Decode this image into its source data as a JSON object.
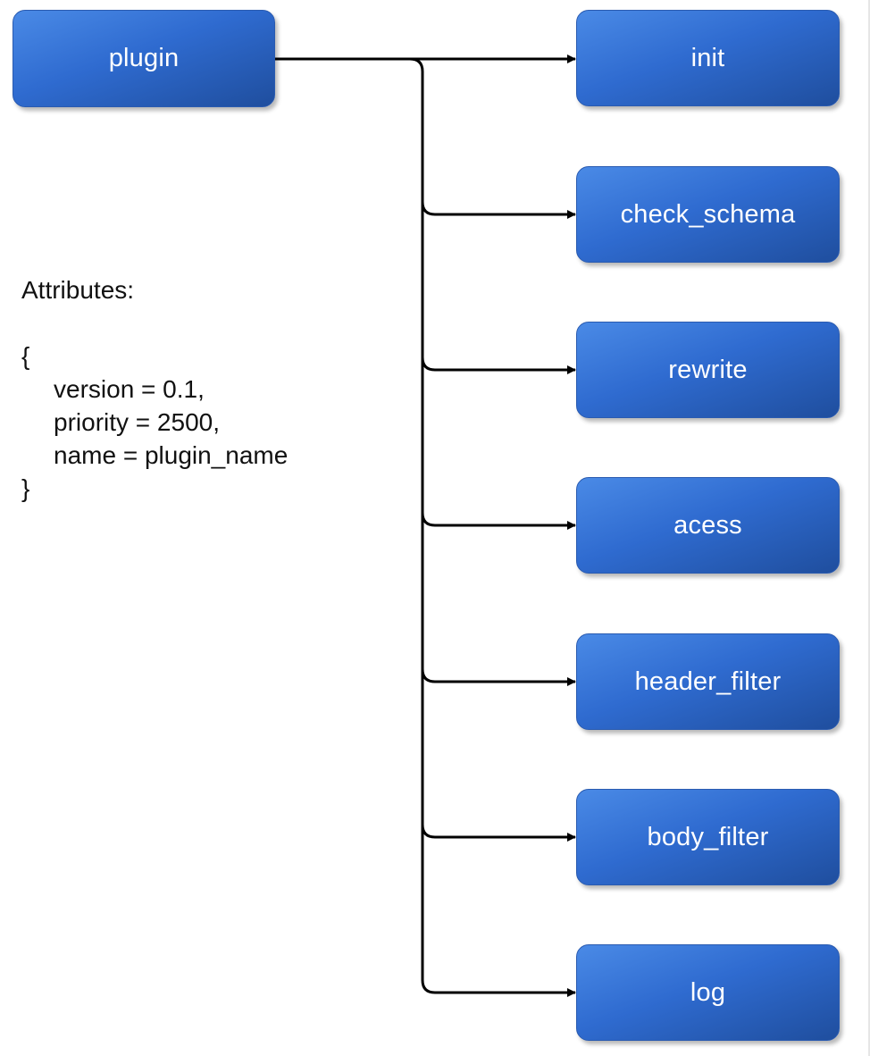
{
  "diagram": {
    "source": {
      "label": "plugin"
    },
    "targets": [
      {
        "label": "init"
      },
      {
        "label": "check_schema"
      },
      {
        "label": "rewrite"
      },
      {
        "label": "acess"
      },
      {
        "label": "header_filter"
      },
      {
        "label": "body_filter"
      },
      {
        "label": "log"
      }
    ],
    "attributes": {
      "heading": "Attributes:",
      "open_brace": "{",
      "lines": [
        "version = 0.1,",
        "priority = 2500,",
        "name = plugin_name"
      ],
      "close_brace": "}"
    },
    "colors": {
      "node_fill_light": "#4a8ae6",
      "node_fill_dark": "#1f4e9e",
      "node_text": "#ffffff",
      "connector": "#000000",
      "text": "#111111"
    }
  }
}
